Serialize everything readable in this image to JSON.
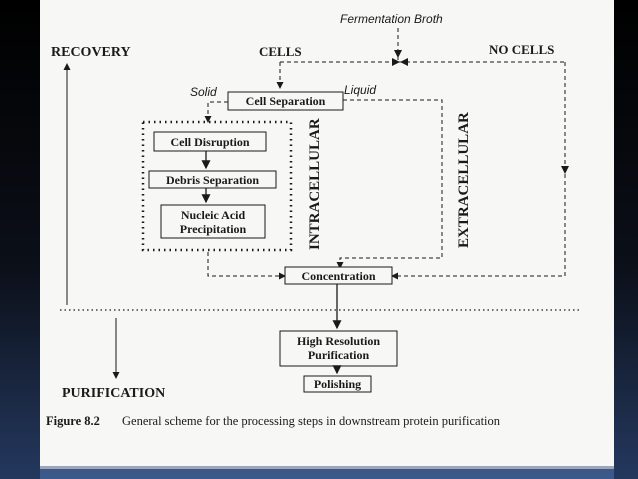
{
  "labels": {
    "fermentation_broth": "Fermentation Broth",
    "recovery": "RECOVERY",
    "cells": "CELLS",
    "no_cells": "NO CELLS",
    "solid": "Solid",
    "liquid": "Liquid",
    "cell_separation": "Cell Separation",
    "cell_disruption": "Cell Disruption",
    "debris_separation": "Debris Separation",
    "nucleic_acid_line1": "Nucleic Acid",
    "nucleic_acid_line2": "Precipitation",
    "intracellular": "INTRACELLULAR",
    "extracellular": "EXTRACELLULAR",
    "concentration": "Concentration",
    "high_res_line1": "High Resolution",
    "high_res_line2": "Purification",
    "polishing": "Polishing",
    "purification": "PURIFICATION"
  },
  "caption": {
    "number": "Figure 8.2",
    "text": "General scheme for the processing steps in downstream protein purification"
  },
  "colors": {
    "ink": "#1a1a1a",
    "paper": "#f7f7f5"
  }
}
